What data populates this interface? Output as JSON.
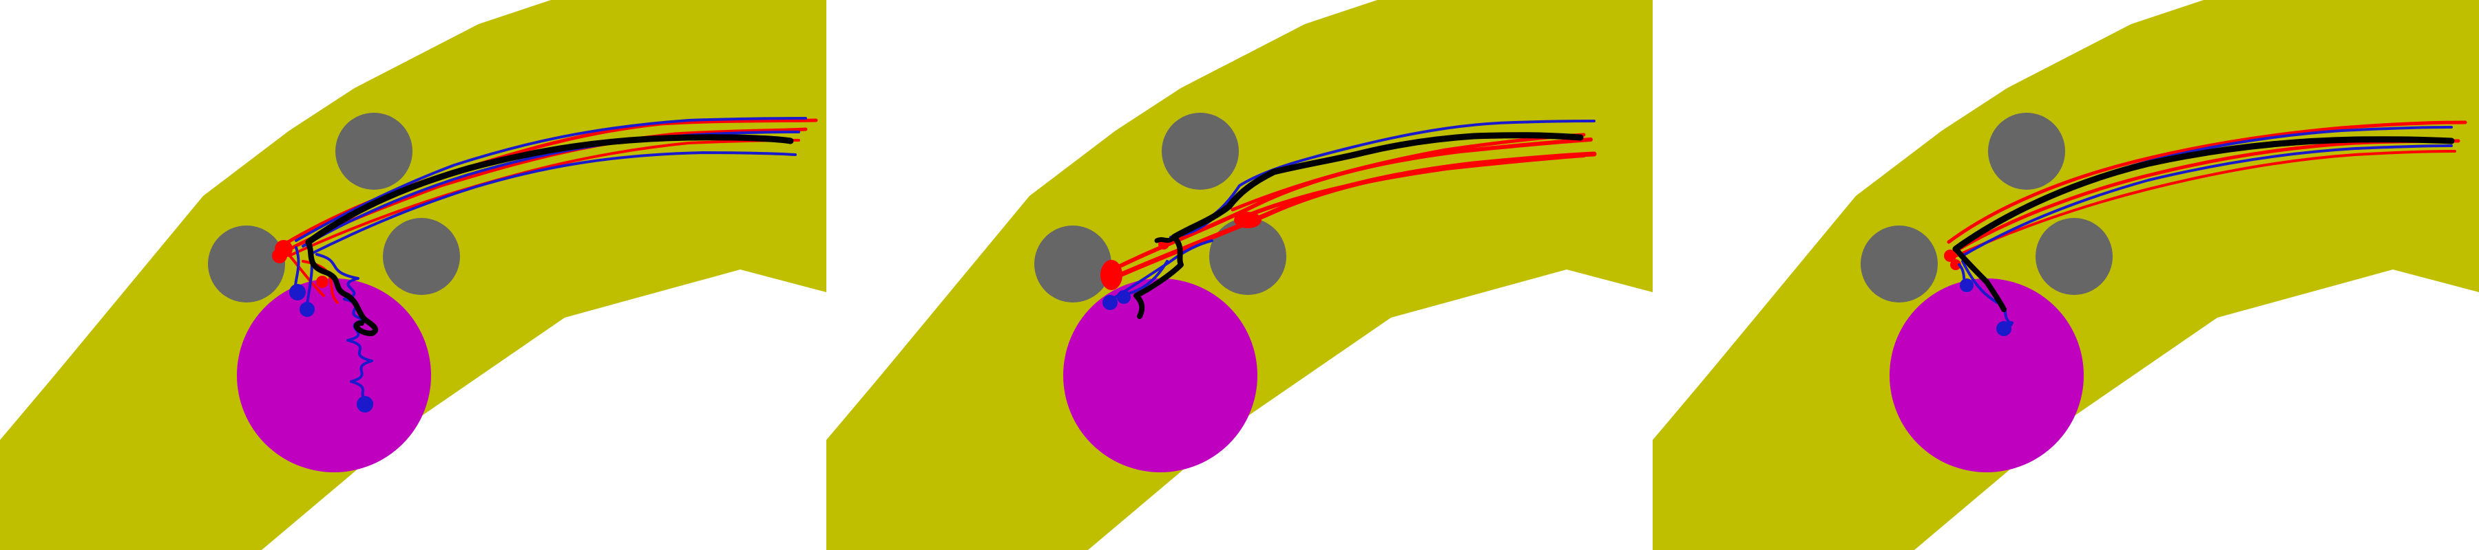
{
  "colors": {
    "background": "#ffffff",
    "track": "#bfbf00",
    "obstacle": "#666666",
    "goal_region": "#bf00bf",
    "trajectory_red": "#ff0000",
    "trajectory_blue": "#1a1acc",
    "trajectory_black": "#000000"
  },
  "panels": [
    {
      "id": "panel-1",
      "elements": [
        "track",
        "obstacles",
        "goal-region",
        "red-trajectories",
        "blue-trajectories",
        "black-trajectory"
      ]
    },
    {
      "id": "panel-2",
      "elements": [
        "track",
        "obstacles",
        "goal-region",
        "red-trajectories",
        "blue-trajectories",
        "black-trajectory"
      ]
    },
    {
      "id": "panel-3",
      "elements": [
        "track",
        "obstacles",
        "goal-region",
        "red-trajectories",
        "blue-trajectories",
        "black-trajectory"
      ]
    }
  ]
}
